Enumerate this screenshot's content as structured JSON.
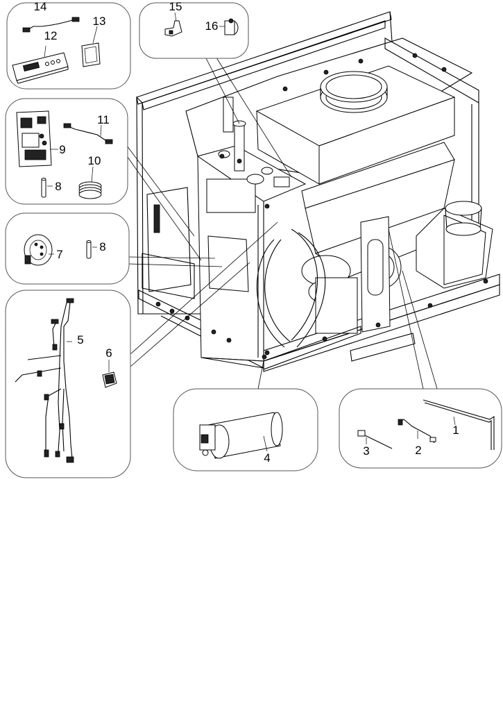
{
  "labels": {
    "p1": "1",
    "p2": "2",
    "p3": "3",
    "p4": "4",
    "p5": "5",
    "p6": "6",
    "p7": "7",
    "p8a": "8",
    "p8b": "8",
    "p9": "9",
    "p10": "10",
    "p11": "11",
    "p12": "12",
    "p13": "13",
    "p14": "14",
    "p15": "15",
    "p16": "16"
  }
}
